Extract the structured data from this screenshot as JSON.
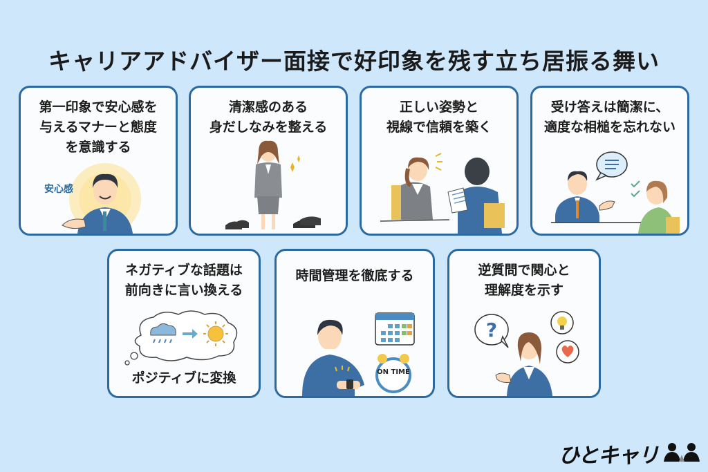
{
  "header": {
    "title": "キャリアアドバイザー面接で好印象を残す立ち居振る舞い"
  },
  "cards": [
    {
      "title": "第一印象で安心感を\n与えるマナーと態度\nを意識する",
      "illustration": "smiling-man-in-suit-with-open-hand",
      "badge": "安心感"
    },
    {
      "title": "清潔感のある\n身だしなみを整える",
      "illustration": "woman-in-gray-suit-with-shoes"
    },
    {
      "title": "正しい姿勢と\n視線で信頼を築く",
      "illustration": "interview-across-desk"
    },
    {
      "title": "受け答えは簡潔に、\n適度な相槌を忘れない",
      "illustration": "conversation-with-speech-bubble"
    },
    {
      "title": "ネガティブな話題は\n前向きに言い換える",
      "illustration": "thought-cloud-rain-to-sun",
      "caption": "ポジティブに変換"
    },
    {
      "title": "時間管理を徹底する",
      "illustration": "man-checking-watch-calendar-clock",
      "clock_label": "ON TIME"
    },
    {
      "title": "逆質問で関心と\n理解度を示す",
      "illustration": "woman-with-question-lightbulb-heart"
    }
  ],
  "logo": {
    "text": "ひとキャリ",
    "icon": "people-icon"
  },
  "colors": {
    "background": "#cfe7fb",
    "card_border": "#2b6aa0",
    "card_fill": "#fbfcfd",
    "title_text": "#1b1b1b",
    "accent_blue": "#3d6fa5",
    "accent_yellow": "#f2c94c"
  }
}
